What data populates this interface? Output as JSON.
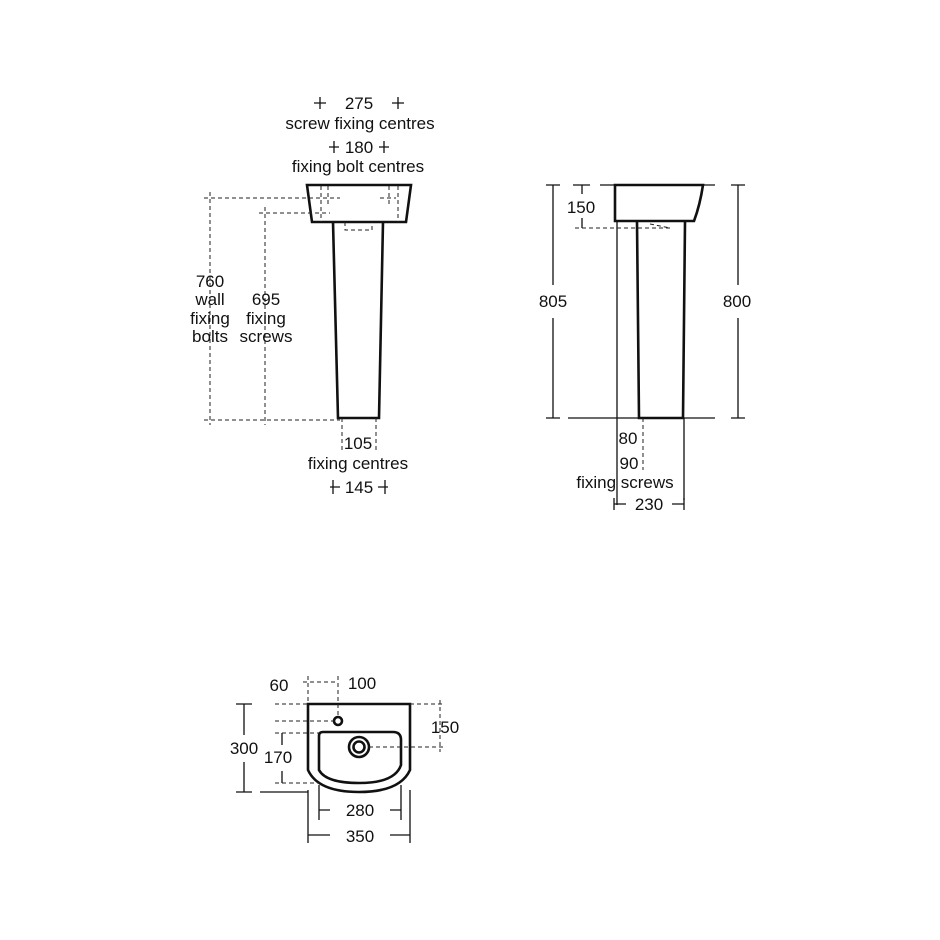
{
  "front_view": {
    "screw_fixing": {
      "value": "275",
      "label": "screw fixing centres"
    },
    "bolt_fixing": {
      "value": "180",
      "label": "fixing bolt centres"
    },
    "wall_bolts": {
      "value": "760",
      "line1": "wall",
      "line2": "fixing",
      "line3": "bolts"
    },
    "fixing_screws": {
      "value": "695",
      "line1": "fixing",
      "line2": "screws"
    },
    "pedestal_fixing": {
      "value": "105",
      "label": "fixing centres"
    },
    "pedestal_width": {
      "value": "145"
    }
  },
  "side_view": {
    "basin_depth": "150",
    "overall_height": "805",
    "rim_height": "800",
    "screw_80": "80",
    "screw_90": "90",
    "screws_label": "fixing screws",
    "projection": "230"
  },
  "plan_view": {
    "tap_offset_60": "60",
    "tap_offset_100": "100",
    "waste_150": "150",
    "depth_300": "300",
    "bowl_170": "170",
    "bowl_280": "280",
    "width_350": "350"
  }
}
